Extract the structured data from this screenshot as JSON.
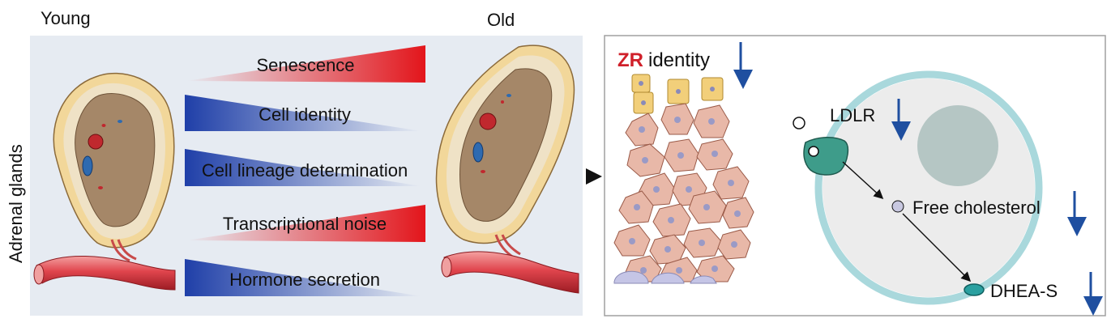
{
  "left_panel": {
    "young_label": "Young",
    "old_label": "Old",
    "side_label": "Adrenal glands",
    "trends": [
      {
        "label": "Senescence",
        "direction": "increase",
        "color": "#e3151b"
      },
      {
        "label": "Cell identity",
        "direction": "decrease",
        "color": "#1f3fa8"
      },
      {
        "label": "Cell lineage determination",
        "direction": "decrease",
        "color": "#1f3fa8"
      },
      {
        "label": "Transcriptional noise",
        "direction": "increase",
        "color": "#e3151b"
      },
      {
        "label": "Hormone secretion",
        "direction": "decrease",
        "color": "#1f3fa8"
      }
    ]
  },
  "right_panel": {
    "zr_prefix": "ZR",
    "zr_suffix": "identity",
    "ldlr_label": "LDLR",
    "free_cholesterol_label": "Free cholesterol",
    "dhea_label": "DHEA-S"
  },
  "colors": {
    "panel_bg": "#e6ebf2",
    "increase": "#e3151b",
    "decrease": "#1f3fa8",
    "down_arrow": "#1f4fa0",
    "zr_text": "#d0202a",
    "cell_fill": "#e8b8a8",
    "ldlr_fill": "#3e9c8a",
    "membrane": "#a9d8dc"
  }
}
